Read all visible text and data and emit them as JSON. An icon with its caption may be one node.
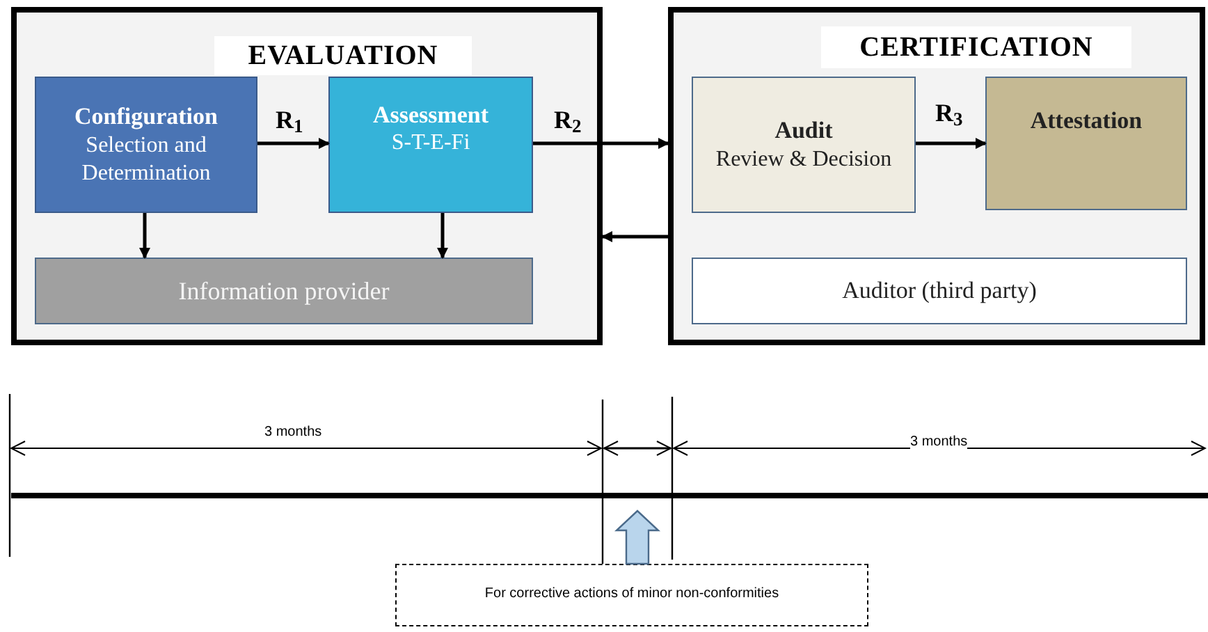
{
  "diagram": {
    "nodes": [
      {
        "text": [
          "EVALUATION"
        ]
      },
      {
        "text": [
          "Configuration",
          "Selection and Determination"
        ],
        "in": 0
      },
      {
        "text": [
          "Assessment",
          "S-T-E-Fi"
        ],
        "in": 0
      },
      {
        "text": [
          "Information provider"
        ],
        "in": 0
      },
      {
        "text": [
          "CERTIFICATION"
        ]
      },
      {
        "text": [
          "Audit",
          "Review & Decision"
        ],
        "in": 4
      },
      {
        "text": [
          "Attestation"
        ],
        "in": 4
      },
      {
        "text": [
          "Auditor (third party)"
        ],
        "in": 4
      },
      {
        "text": [
          "For corrective actions of minor non-conformities"
        ]
      }
    ],
    "edges": [
      {
        "from": 1,
        "to": 2,
        "arrow": "to",
        "label": "R$_{1}$"
      },
      {
        "from": 2,
        "to": 4,
        "arrow": "to",
        "label": "R$_{2}$"
      },
      {
        "from": 4,
        "to": 0,
        "arrow": "to"
      },
      {
        "from": 1,
        "to": 3,
        "arrow": "to"
      },
      {
        "from": 2,
        "to": 3,
        "arrow": "to"
      },
      {
        "from": 5,
        "to": 6,
        "arrow": "to",
        "label": "R$_{3}$"
      },
      {
        "from": 8,
        "to": null,
        "arrow": "to",
        "style": "thick",
        "color": "#b9d5ec"
      }
    ],
    "labels": [
      "3 months",
      "3 months"
    ]
  }
}
